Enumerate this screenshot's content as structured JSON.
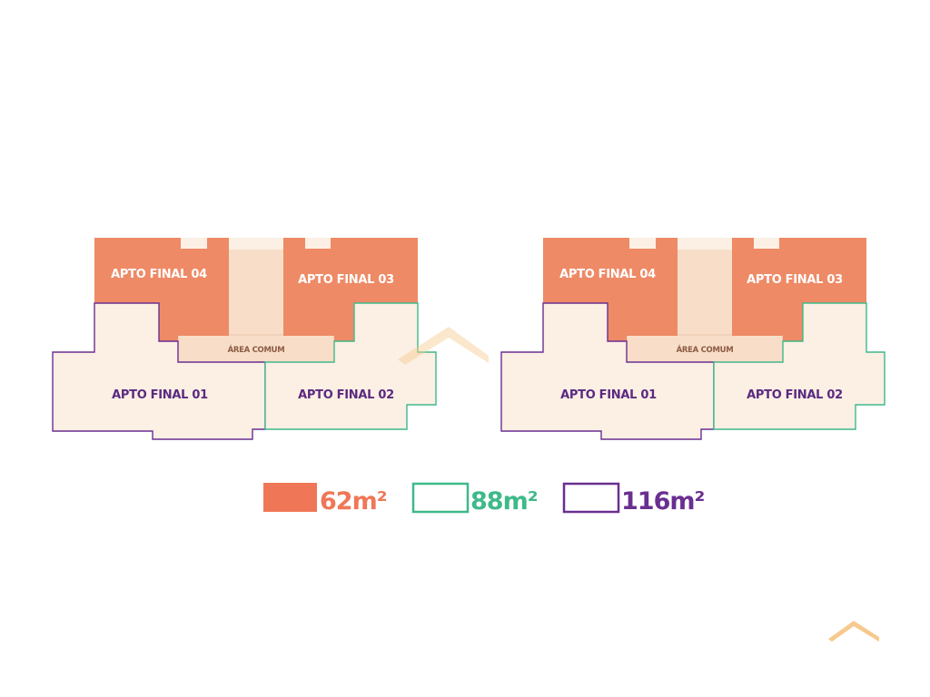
{
  "colors": {
    "apt_62": "#ee8a66",
    "apt_62_legend": "#ef7758",
    "apt_88_stroke": "#3fb98a",
    "apt_116_stroke": "#6a2f91",
    "light_fill": "#fcefe4",
    "common_fill": "#f8dec8",
    "chevron": "#f6c98f"
  },
  "plans": [
    {
      "apto_04": "APTO FINAL 04",
      "apto_03": "APTO FINAL 03",
      "apto_01": "APTO FINAL 01",
      "apto_02": "APTO FINAL 02",
      "area_comum": "ÁREA COMUM"
    },
    {
      "apto_04": "APTO FINAL 04",
      "apto_03": "APTO FINAL 03",
      "apto_01": "APTO FINAL 01",
      "apto_02": "APTO FINAL 02",
      "area_comum": "ÁREA COMUM"
    }
  ],
  "legend": [
    {
      "label": "62m²",
      "style": "filled",
      "color": "#ef7758"
    },
    {
      "label": "88m²",
      "style": "outline",
      "color": "#3fb98a"
    },
    {
      "label": "116m²",
      "style": "outline",
      "color": "#6a2f91"
    }
  ],
  "decor": {
    "watermark_icon": "chevron-up-icon",
    "corner_icon": "chevron-up-icon"
  }
}
